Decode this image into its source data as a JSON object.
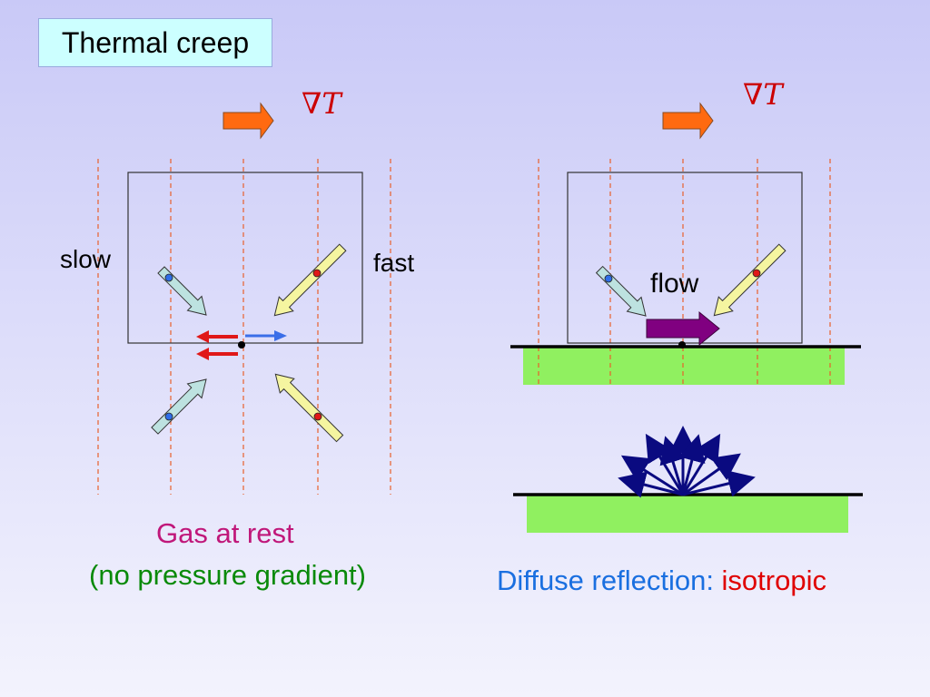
{
  "title": "Thermal creep",
  "gradient_symbol": "∇T",
  "left_panel": {
    "slow_label": "slow",
    "fast_label": "fast",
    "caption_line1": "Gas at rest",
    "caption_line2": "(no pressure gradient)"
  },
  "right_panel": {
    "flow_label": "flow",
    "caption_part1": "Diffuse reflection: ",
    "caption_part2": "isotropic"
  },
  "colors": {
    "gradient_arrow": "#ff6a10",
    "gradient_symbol": "#cc0000",
    "dashed_line": "#e8602c",
    "slow_arrow": "#bde2e0",
    "fast_arrow": "#f5f5a0",
    "slow_particle": "#2f6ee8",
    "fast_particle": "#e01818",
    "flow_arrow": "#800080",
    "wall": "#90f060",
    "reflection_arrows": "#0a0a80",
    "caption_rest": "#c0177a",
    "caption_gradient": "#0a8a0a",
    "caption_diffuse": "#1a6fe0",
    "caption_isotropic": "#e00000"
  }
}
